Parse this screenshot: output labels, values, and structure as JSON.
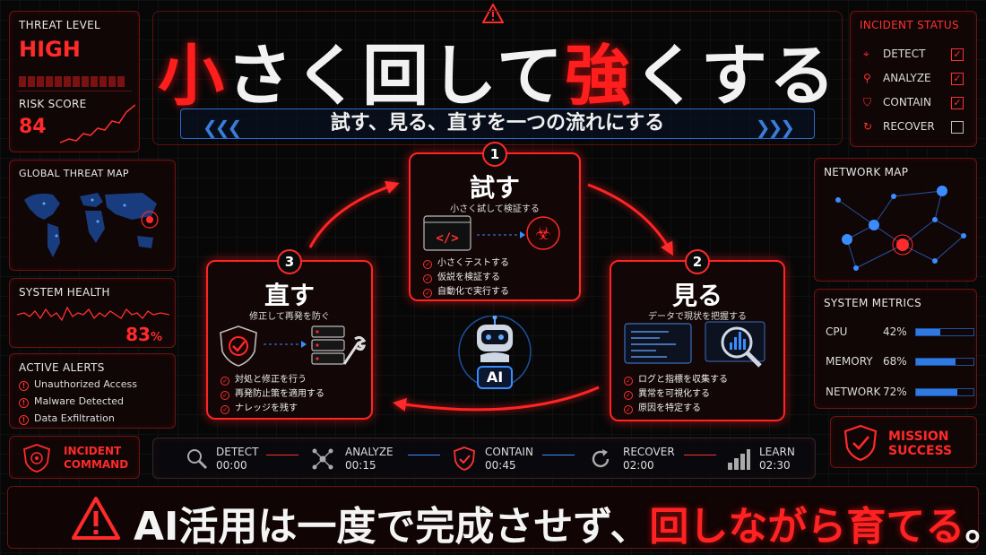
{
  "header": {
    "title_part1": "小",
    "title_part2": "さく回して",
    "title_part3": "強",
    "title_part4": "くする",
    "subtitle": "試す、見る、直すを一つの流れにする"
  },
  "threat_panel": {
    "label": "THREAT LEVEL",
    "value": "HIGH",
    "risk_label": "RISK SCORE",
    "risk_value": "84"
  },
  "global_map": {
    "label": "GLOBAL THREAT MAP"
  },
  "system_health": {
    "label": "SYSTEM HEALTH",
    "value": "83",
    "unit": "%"
  },
  "active_alerts": {
    "label": "ACTIVE ALERTS",
    "items": [
      "Unauthorized Access",
      "Malware Detected",
      "Data Exfiltration"
    ]
  },
  "incident_command": {
    "line1": "INCIDENT",
    "line2": "COMMAND"
  },
  "incident_status": {
    "label": "INCIDENT STATUS",
    "items": [
      {
        "label": "DETECT",
        "checked": true
      },
      {
        "label": "ANALYZE",
        "checked": true
      },
      {
        "label": "CONTAIN",
        "checked": true
      },
      {
        "label": "RECOVER",
        "checked": false
      }
    ]
  },
  "network_map": {
    "label": "NETWORK MAP"
  },
  "system_metrics": {
    "label": "SYSTEM METRICS",
    "items": [
      {
        "name": "CPU",
        "value": "42%",
        "fraction": 0.42
      },
      {
        "name": "MEMORY",
        "value": "68%",
        "fraction": 0.68
      },
      {
        "name": "NETWORK",
        "value": "72%",
        "fraction": 0.72
      }
    ]
  },
  "mission": {
    "line1": "MISSION",
    "line2": "SUCCESS"
  },
  "steps": {
    "try": {
      "num": "1",
      "name": "試す",
      "sub": "小さく試して検証する",
      "bullets": [
        "小さくテストする",
        "仮説を検証する",
        "自動化で実行する"
      ]
    },
    "see": {
      "num": "2",
      "name": "見る",
      "sub": "データで現状を把握する",
      "bullets": [
        "ログと指標を収集する",
        "異常を可視化する",
        "原因を特定する"
      ]
    },
    "fix": {
      "num": "3",
      "name": "直す",
      "sub": "修正して再発を防ぐ",
      "bullets": [
        "対処と修正を行う",
        "再発防止策を適用する",
        "ナレッジを残す"
      ]
    }
  },
  "center_badge": "AI",
  "timeline": [
    {
      "label": "DETECT",
      "time": "00:00"
    },
    {
      "label": "ANALYZE",
      "time": "00:15"
    },
    {
      "label": "CONTAIN",
      "time": "00:45"
    },
    {
      "label": "RECOVER",
      "time": "02:00"
    },
    {
      "label": "LEARN",
      "time": "02:30"
    }
  ],
  "banner": {
    "part1": "AI活用は一度で完成させず、",
    "part2": "回しながら育てる",
    "part3": "。"
  },
  "colors": {
    "accent_red": "#ff2424",
    "accent_blue": "#2f7ae0",
    "bg": "#070707"
  }
}
